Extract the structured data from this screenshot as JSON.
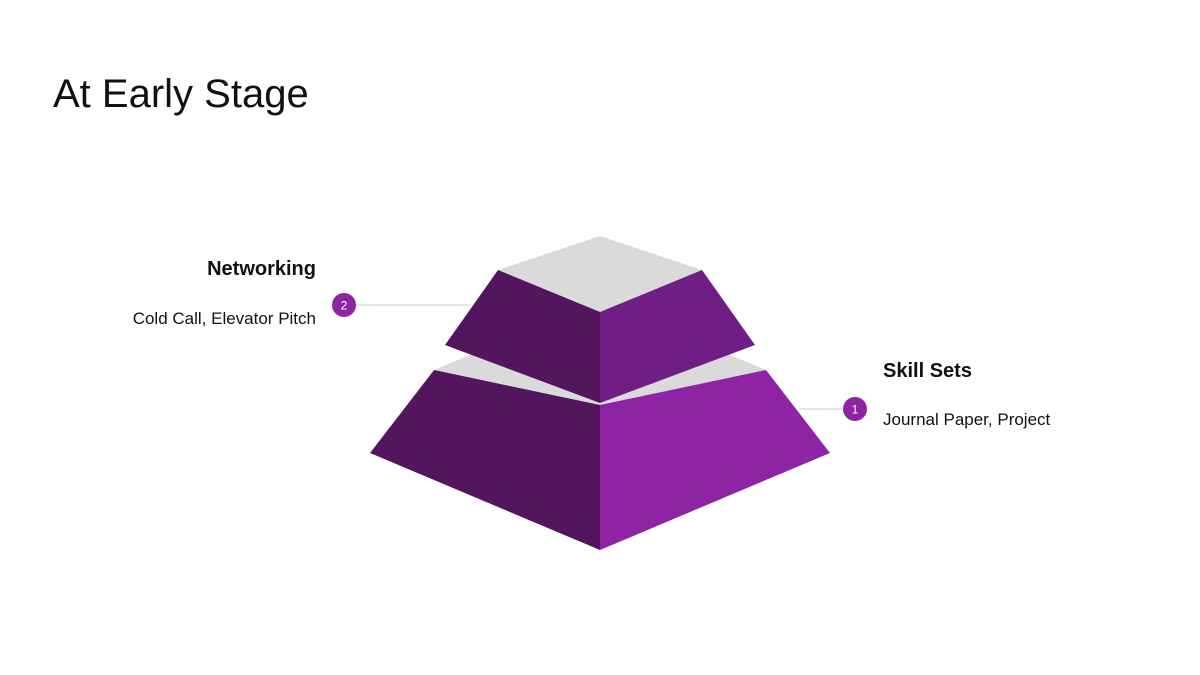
{
  "title": "At Early Stage",
  "levels": [
    {
      "number": "1",
      "title": "Skill Sets",
      "description": "Journal Paper, Project"
    },
    {
      "number": "2",
      "title": "Networking",
      "description": "Cold Call, Elevator Pitch"
    }
  ],
  "colors": {
    "top_face": "#dadada",
    "left_face": "#53165e",
    "right_face_top": "#701e85",
    "right_face_bottom": "#8e24a3",
    "badge": "#8e24a3",
    "leader_line": "#cccccc"
  }
}
